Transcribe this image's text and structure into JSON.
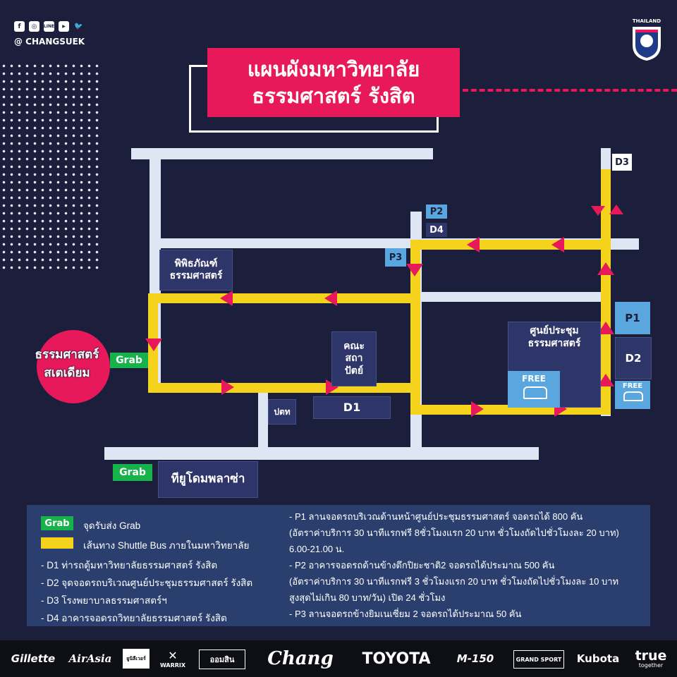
{
  "header": {
    "handle": "@ CHANGSUEK",
    "social_icons": [
      "facebook-icon",
      "instagram-icon",
      "line-icon",
      "youtube-icon",
      "twitter-icon"
    ],
    "logo_label": "THAILAND",
    "title_line1": "แผนผังมหาวิทยาลัย",
    "title_line2": "ธรรมศาสตร์ รังสิต"
  },
  "colors": {
    "background": "#1b1f3b",
    "title_bg": "#e8195a",
    "shuttle": "#f5d31c",
    "road": "#dde6f2",
    "building": "#2e3568",
    "parking_label": "#5aa7e0",
    "grab": "#18b24a",
    "arrow": "#e8195a"
  },
  "map": {
    "stadium": "ธรรมศาสตร์\nสเตเดียม",
    "museum": "พิพิธภัณฑ์\nธรรมศาสตร์",
    "architecture": "คณะ\nสถา\nปัตย์",
    "ptk": "ปตท",
    "convention": "ศูนย์ประชุม\nธรรมศาสตร์",
    "tu_dome": "ทียูโดมพลาซ่า",
    "labels": {
      "d1": "D1",
      "d2": "D2",
      "d3": "D3",
      "d4": "D4",
      "p1": "P1",
      "p2": "P2",
      "p3": "P3"
    },
    "free": "FREE",
    "grab": "Grab"
  },
  "legend": {
    "grab_label": "Grab",
    "grab_text": "จุดรับส่ง Grab",
    "shuttle_text": "เส้นทาง Shuttle Bus ภายในมหาวิทยาลัย",
    "left_items": [
      "- D1 ท่ารถตู้มหาวิทยาลัยธรรมศาสตร์ รังสิต",
      "- D2 จุดจอดรถบริเวณศูนย์ประชุมธรรมศาสตร์ รังสิต",
      "- D3 โรงพยาบาลธรรมศาสตร์ฯ",
      "- D4 อาคารจอดรถวิทยาลัยธรรมศาสตร์ รังสิต"
    ],
    "right_items": [
      "- P1 ลานจอดรถบริเวณด้านหน้าศูนย์ประชุมธรรมศาสตร์ จอดรถได้ 800 คัน",
      "(อัตราค่าบริการ 30 นาทีแรกฟรี 8ชั่วโมงแรก 20 บาท ชั่วโมงถัดไปชั่วโมงละ 20 บาท)",
      "6.00-21.00 น.",
      "- P2 อาคารจอดรถด้านข้างตึกปิยะชาติ2 จอดรถได้ประมาณ 500 คัน",
      "(อัตราค่าบริการ 30 นาทีแรกฟรี 3 ชั่วโมงแรก 20 บาท ชั่วโมงถัดไปชั่วโมงละ 10 บาท",
      "สูงสุดไม่เกิน 80 บาท/วัน) เปิด 24 ชั่วโมง",
      "- P3 ลานจอดรถข้างยิมเนเซี่ยม 2 จอดรถได้ประมาณ 50 คัน"
    ]
  },
  "sponsors": [
    "Gillette",
    "AirAsia",
    "ยูนิลีเวอร์",
    "WARRIX",
    "ออมสิน",
    "Chang",
    "TOYOTA",
    "M-150",
    "GRAND SPORT",
    "Kubota",
    "true"
  ],
  "sponsor_sub": {
    "true": "together"
  }
}
